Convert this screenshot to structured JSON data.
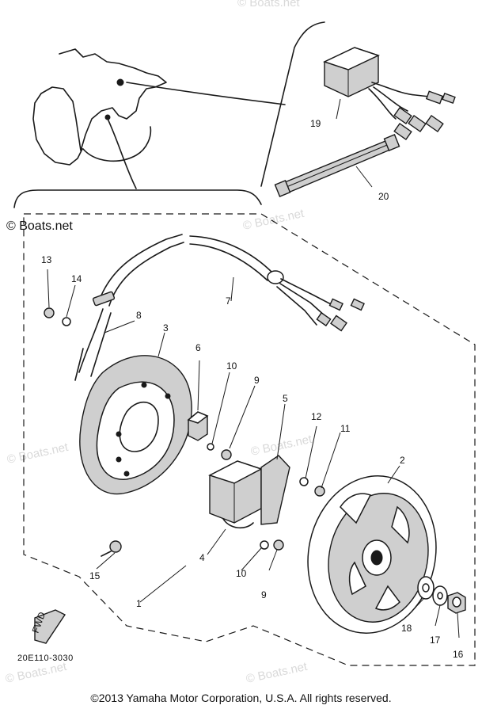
{
  "watermark": "© Boats.net",
  "copyright": "©2013 Yamaha Motor Corporation, U.S.A. All rights reserved.",
  "diagram_code": "20E110-3030",
  "fwd_label": "FWD",
  "callouts": {
    "c1": "1",
    "c2": "2",
    "c3": "3",
    "c4": "4",
    "c5": "5",
    "c6": "6",
    "c7": "7",
    "c8": "8",
    "c9a": "9",
    "c9b": "9",
    "c10a": "10",
    "c10b": "10",
    "c11": "11",
    "c12": "12",
    "c13": "13",
    "c14": "14",
    "c15": "15",
    "c16": "16",
    "c17": "17",
    "c18": "18",
    "c19": "19",
    "c20": "20"
  }
}
